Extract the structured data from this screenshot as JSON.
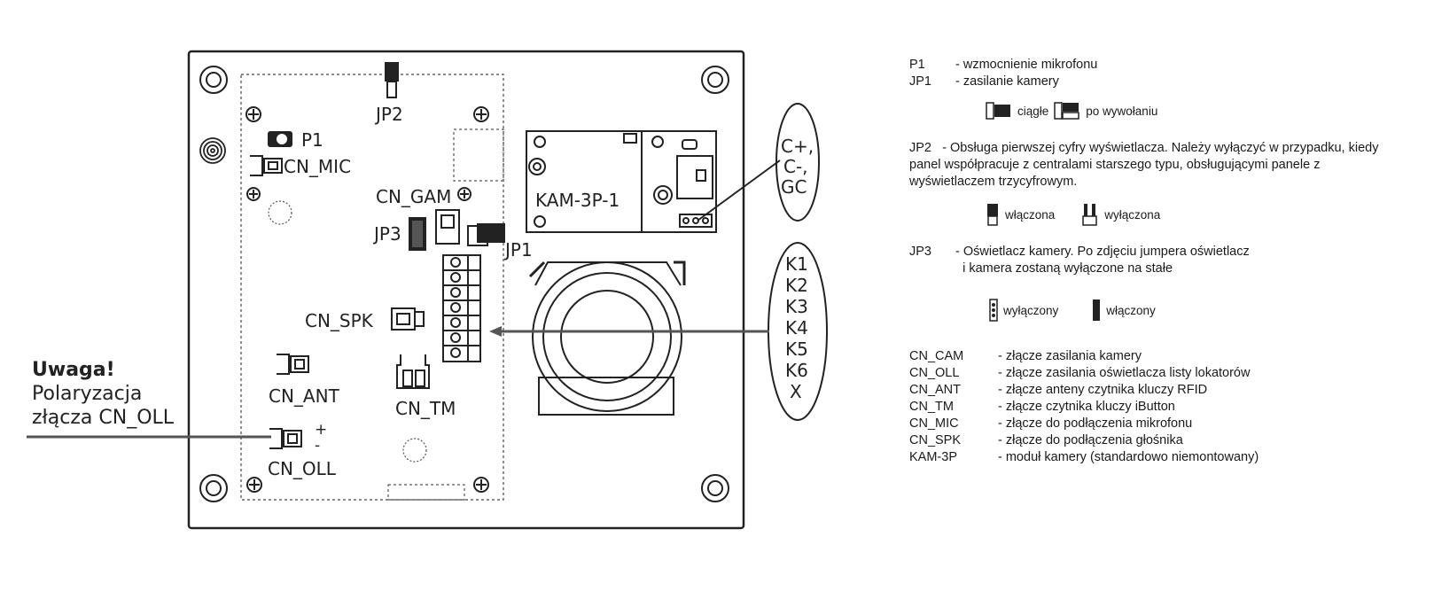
{
  "diagram": {
    "labels": {
      "jp2": "JP2",
      "p1": "P1",
      "cn_mic": "CN_MIC",
      "cn_cam": "CN_GAM",
      "jp3": "JP3",
      "jp1": "JP1",
      "kam": "KAM-3P-1",
      "cn_spk": "CN_SPK",
      "cn_ant": "CN_ANT",
      "cn_tm": "CN_TM",
      "cn_oll": "CN_OLL",
      "plus": "+",
      "minus": "-"
    },
    "camera_callout": [
      "C+,",
      "C-,",
      "GC"
    ],
    "key_callout": [
      "K1",
      "K2",
      "K3",
      "K4",
      "K5",
      "K6",
      "X"
    ]
  },
  "warning": {
    "title": "Uwaga!",
    "line1": "Polaryzacja",
    "line2": "złącza CN_OLL"
  },
  "legend": {
    "p1": {
      "key": "P1",
      "text": "- wzmocnienie mikrofonu"
    },
    "jp1": {
      "key": "JP1",
      "text": "- zasilanie kamery"
    },
    "jp1_opt1": "ciągłe",
    "jp1_opt2": "po wywołaniu",
    "jp2_key": "JP2",
    "jp2_text": "- Obsługa pierwszej cyfry wyświetlacza. Należy wyłączyć w przypadku, kiedy panel współpracuje z centralami starszego typu, obsługującymi panele z wyświetlaczem trzycyfrowym.",
    "jp2_opt1": "włączona",
    "jp2_opt2": "wyłączona",
    "jp3_key": "JP3",
    "jp3_text1": "- Oświetlacz kamery. Po zdjęciu jumpera oświetlacz",
    "jp3_text2": "i kamera zostaną wyłączone na stałe",
    "jp3_opt1": "wyłączony",
    "jp3_opt2": "włączony",
    "connectors": [
      {
        "key": "CN_CAM",
        "text": "- złącze zasilania kamery"
      },
      {
        "key": "CN_OLL",
        "text": "- złącze zasilania oświetlacza listy lokatorów"
      },
      {
        "key": "CN_ANT",
        "text": "- złącze anteny czytnika kluczy RFID"
      },
      {
        "key": "CN_TM",
        "text": "- złącze czytnika kluczy iButton"
      },
      {
        "key": "CN_MIC",
        "text": "- złącze do podłączenia mikrofonu"
      },
      {
        "key": "CN_SPK",
        "text": "- złącze do podłączenia głośnika"
      },
      {
        "key": "KAM-3P",
        "text": "- moduł kamery (standardowo niemontowany)"
      }
    ]
  }
}
